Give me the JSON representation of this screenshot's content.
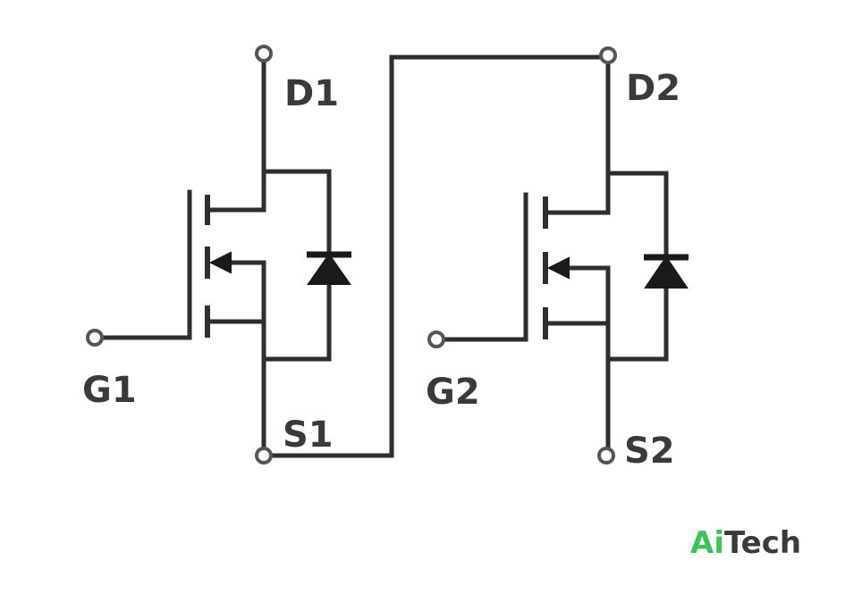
{
  "labels": {
    "d1": "D1",
    "g1": "G1",
    "s1": "S1",
    "d2": "D2",
    "g2": "G2",
    "s2": "S2"
  },
  "logo": {
    "ai": "Ai",
    "tech": "Tech",
    "ai_color": "#3cc45a",
    "tech_color": "#3a3a3a"
  }
}
